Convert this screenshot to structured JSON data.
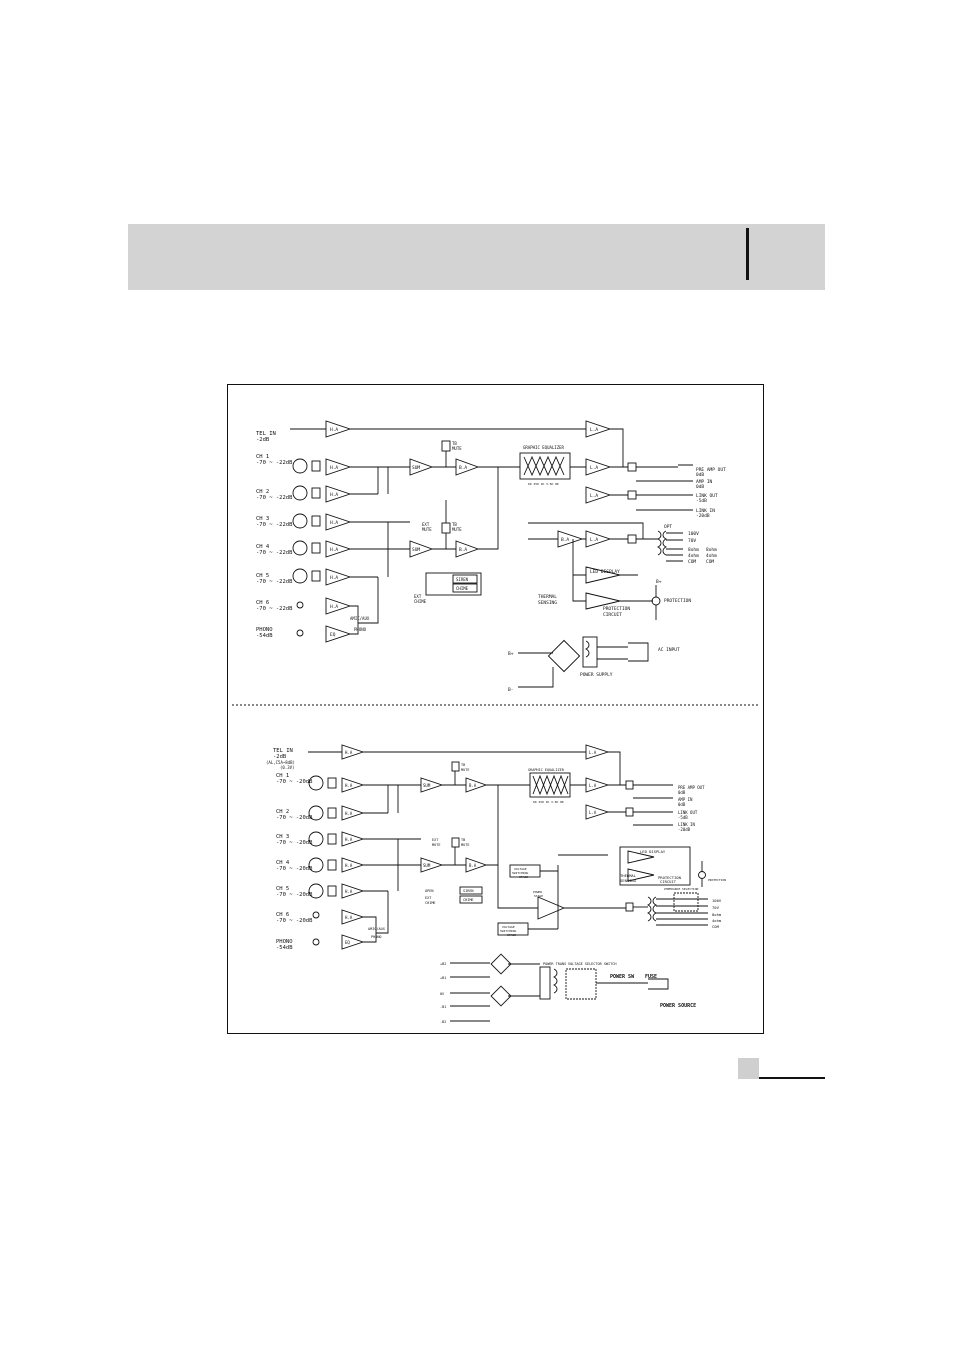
{
  "diagram_top": {
    "input_labels": [
      "TEL IN",
      "-2dB",
      "CH 1",
      "-70 ~ -22dB",
      "CH 2",
      "-70 ~ -22dB",
      "CH 3",
      "-70 ~ -22dB",
      "CH 4",
      "-70 ~ -22dB",
      "CH 5",
      "-70 ~ -22dB",
      "CH 6",
      "-70 ~ -22dB",
      "PHONO",
      "-54dB"
    ],
    "blocks": {
      "ha": "H.A",
      "sum": "SUM",
      "ba": "B.A",
      "la": "L.A",
      "eq": "EQ"
    },
    "graphic_equalizer": "GRAPHIC EQUALIZER",
    "geq_bands": "60 250 1K 3.5K 8K",
    "mute_labels": [
      "TB",
      "MUTE",
      "EXT",
      "MUTE",
      "TB",
      "MUTE"
    ],
    "siren": "SIREN",
    "chime": "CHIME",
    "ext_chime": [
      "EXT",
      "CHIME"
    ],
    "mic_aux": "AMIC/AUX",
    "phono_sw": "PHONO",
    "outputs": [
      "PRE AMP OUT",
      "0dB",
      "AMP IN",
      "0dB",
      "LINK OUT",
      "-5dB",
      "LINK IN",
      "-20dB"
    ],
    "opt": "OPT",
    "speaker_taps": [
      "100V",
      "70V",
      "8ohm",
      "8ohm",
      "4ohm",
      "4ohm",
      "COM",
      "COM"
    ],
    "led_display": "LED DISPLAY",
    "thermal_sensing": [
      "THERMAL",
      "SENSING"
    ],
    "protection_circuit": [
      "PROTECTION",
      "CIRCUIT"
    ],
    "protection": "PROTECTION",
    "b_plus": "B+",
    "b_minus": "B-",
    "ac_input": "AC INPUT",
    "power_supply": "POWER SUPPLY"
  },
  "diagram_bottom": {
    "input_labels": [
      "TEL IN",
      "-2dB",
      "(AL,C5A~8dB)",
      "(0.3V)",
      "CH 1",
      "-70 ~ -20dB",
      "CH 2",
      "-70 ~ -20dB",
      "CH 3",
      "-70 ~ -20dB",
      "CH 4",
      "-70 ~ -20dB",
      "CH 5",
      "-70 ~ -20dB",
      "CH 6",
      "-70 ~ -20dB",
      "PHONO",
      "-54dB"
    ],
    "blocks": {
      "ha": "H.A",
      "sum": "SUM",
      "ba": "B.A",
      "la": "L.A",
      "eq": "EQ"
    },
    "graphic_equalizer": "GRAPHIC EQUALIZER",
    "geq_bands": "60 250 1K 3.5K 8K",
    "mute_labels": [
      "TB",
      "MUTE",
      "EXT",
      "MUTE",
      "TB",
      "MUTE"
    ],
    "siren": "SIREN",
    "chime": "CHIME",
    "open": "OPEN",
    "ext_chime": [
      "EXT",
      "CHIME"
    ],
    "mic_aux": "AMIC/AUX",
    "phono_sw": "PHONO",
    "outputs": [
      "PRE AMP OUT",
      "0dB",
      "AMP IN",
      "0dB",
      "LINK OUT",
      "-5dB",
      "LINK IN",
      "-20dB"
    ],
    "led_display": "LED DISPLAY",
    "thermal_sensing": [
      "THERMAL",
      "SENSING"
    ],
    "protection_circuit": [
      "PROTECTION",
      "CIRCUIT"
    ],
    "protection": "PROTECTION",
    "voltage_switching_stage": [
      "VOLTAGE",
      "SWITCHING",
      "STAGE"
    ],
    "power_stage": [
      "POWER",
      "STAGE"
    ],
    "impedance_selection": "IMPEDANCE SELECTION",
    "speaker_taps": [
      "100V",
      "70V",
      "8ohm",
      "4ohm",
      "COM"
    ],
    "power_trans": "POWER TRANS",
    "voltage_selector_switch": "VOLTAGE SELECTOR SWITCH",
    "power_sw": "POWER SW",
    "fuse": "FUSE",
    "power_source": "POWER SOURCE",
    "rails": [
      "+B2",
      "+B1",
      "0V",
      "-B1",
      "-B2"
    ]
  }
}
